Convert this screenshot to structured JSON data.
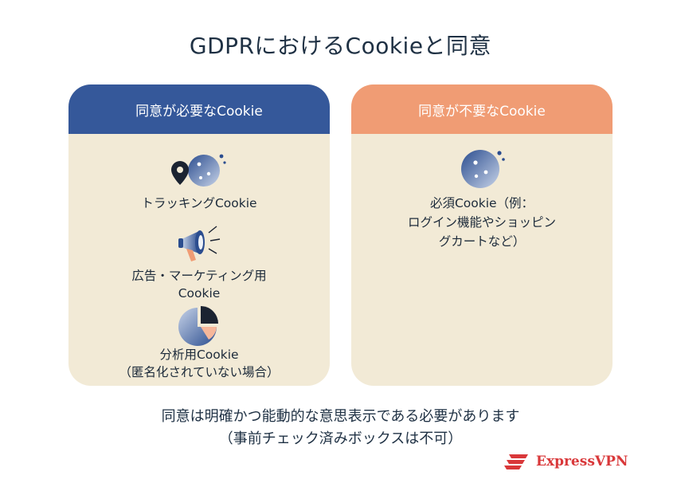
{
  "title": "GDPRにおけるCookieと同意",
  "left_card": {
    "header": "同意が必要なCookie",
    "items": [
      {
        "line1": "トラッキングCookie",
        "line2": ""
      },
      {
        "line1": "広告・マーケティング用",
        "line2": "Cookie"
      },
      {
        "line1": "分析用Cookie",
        "line2": "（匿名化されていない場合）"
      }
    ]
  },
  "right_card": {
    "header": "同意が不要なCookie",
    "items": [
      {
        "line1": "必須Cookie（例：",
        "line2": "ログイン機能やショッピン",
        "line3": "グカートなど）"
      }
    ]
  },
  "footer": {
    "line1": "同意は明確かつ能動的な意思表示である必要があります",
    "line2": "（事前チェック済みボックスは不可）"
  },
  "brand": {
    "name": "ExpressVPN",
    "color": "#d9383a"
  },
  "colors": {
    "left_header": "#35589a",
    "right_header": "#f09c74",
    "card_bg": "#f2ead6"
  },
  "icons": [
    "cookie-icon",
    "location-pin-icon",
    "megaphone-icon",
    "pie-chart-icon",
    "expressvpn-logo-icon"
  ]
}
